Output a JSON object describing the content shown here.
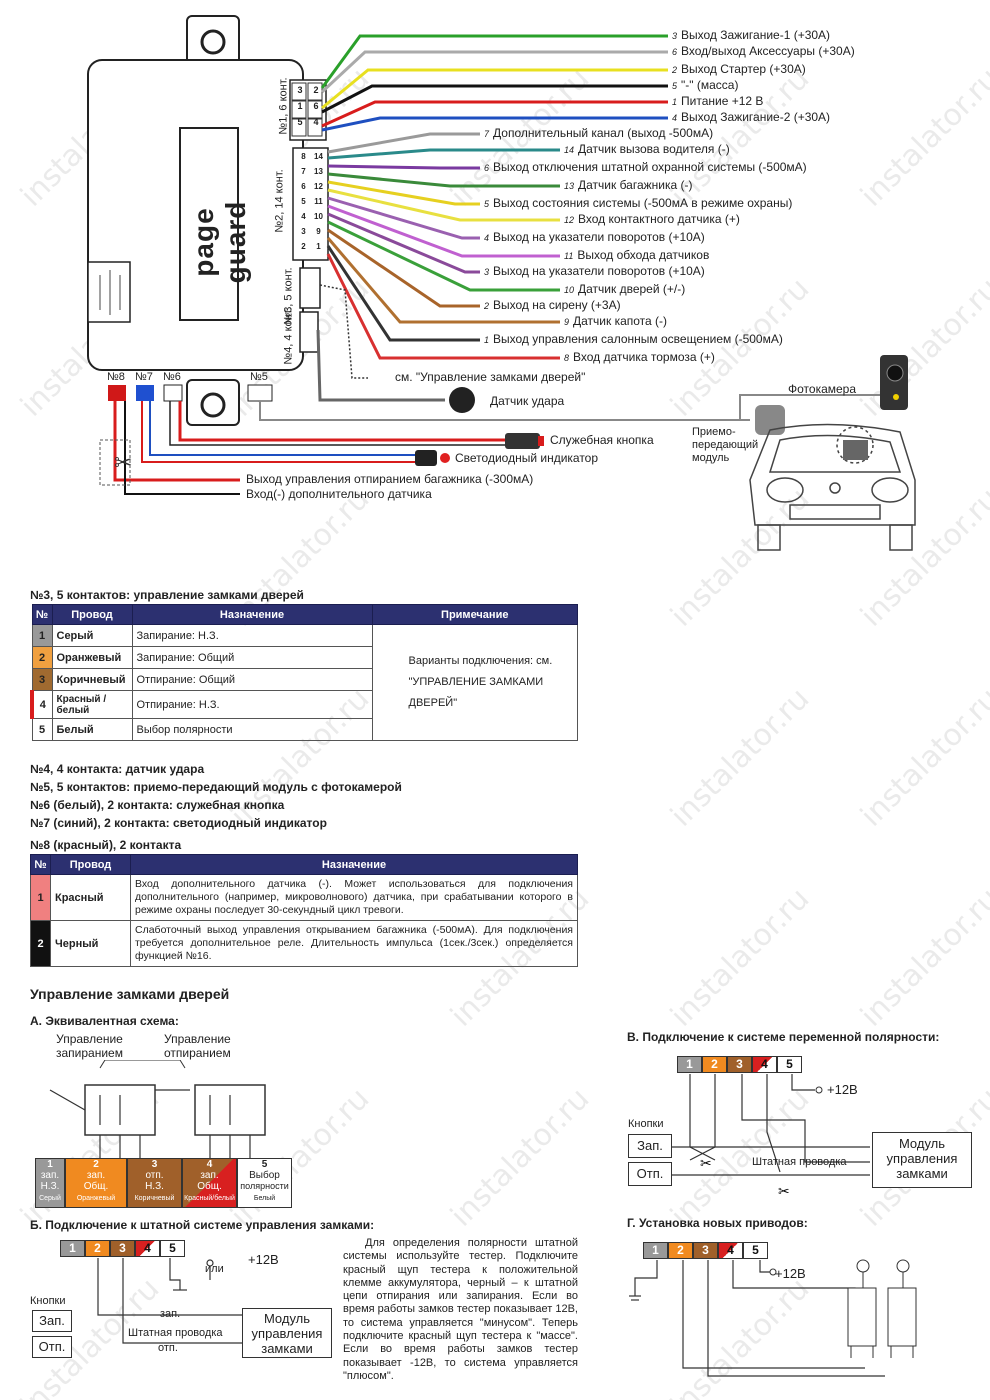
{
  "watermark": "instalator.ru",
  "unit": {
    "brand": "page guard",
    "connectors": {
      "c1": "№1, 6 конт.",
      "c2": "№2, 14 конт.",
      "c3": "№3, 5 конт.",
      "c4": "№4, 4 конт.",
      "n8": "№8",
      "n7": "№7",
      "n6": "№6",
      "n5": "№5"
    },
    "c1_pins": [
      "3",
      "2",
      "1",
      "6",
      "5",
      "4"
    ],
    "c2_pins": [
      "14",
      "13",
      "12",
      "11",
      "10",
      "9",
      "8",
      "7",
      "6",
      "5",
      "4",
      "3",
      "2",
      "1"
    ]
  },
  "wires": [
    {
      "n": "3",
      "label": "Выход Зажигание-1 (+30А)",
      "color": "#2aa02a"
    },
    {
      "n": "6",
      "label": "Вход/выход Аксессуары (+30А)",
      "color": "#aaaaaa"
    },
    {
      "n": "2",
      "label": "Выход Стартер (+30А)",
      "color": "#e8e020"
    },
    {
      "n": "5",
      "label": "\"-\" (масса)",
      "color": "#111111"
    },
    {
      "n": "1",
      "label": "Питание +12 В",
      "color": "#d81c1c"
    },
    {
      "n": "4",
      "label": "Выход Зажигание-2 (+30А)",
      "color": "#1e4fc0"
    },
    {
      "n": "7",
      "label": "Дополнительный канал (выход -500мА)",
      "color": "#9a9a9a"
    },
    {
      "n": "14",
      "label": "Датчик вызова водителя (-)",
      "color": "#2a8a8a"
    },
    {
      "n": "6",
      "label": "Выход отключения штатной охранной системы (-500мА)",
      "color": "#7a3aa0"
    },
    {
      "n": "13",
      "label": "Датчик багажника (-)",
      "color": "#3a8a3a"
    },
    {
      "n": "5",
      "label": "Выход состояния системы (-500мА в режиме охраны)",
      "color": "#e6d020"
    },
    {
      "n": "12",
      "label": "Вход контактного датчика (+)",
      "color": "#e8e040"
    },
    {
      "n": "4",
      "label": "Выход на указатели поворотов (+10А)",
      "color": "#9a60b0"
    },
    {
      "n": "11",
      "label": "Выход обхода датчиков",
      "color": "#c060d0"
    },
    {
      "n": "3",
      "label": "Выход на указатели поворотов (+10А)",
      "color": "#8a4a9a"
    },
    {
      "n": "10",
      "label": "Датчик дверей (+/-)",
      "color": "#3aa03a"
    },
    {
      "n": "2",
      "label": "Выход на сирену (+3А)",
      "color": "#a8642a"
    },
    {
      "n": "9",
      "label": "Датчик капота (-)",
      "color": "#b07030"
    },
    {
      "n": "1",
      "label": "Выход управления салонным освещением (-500мА)",
      "color": "#333333"
    },
    {
      "n": "8",
      "label": "Вход датчика тормоза (+)",
      "color": "#d83030"
    }
  ],
  "lower_labels": {
    "doors": "см. \"Управление замками дверей\"",
    "shock": "Датчик удара",
    "service": "Служебная кнопка",
    "led": "Светодиодный индикатор",
    "trunk": "Выход управления отпиранием багажника (-300мА)",
    "extra": "Вход(-) дополнительного датчика",
    "camera": "Фотокамера",
    "module": "Приемо-\nпередающий\nмодуль"
  },
  "table3": {
    "title": "№3, 5 контактов: управление замками дверей",
    "headers": [
      "№",
      "Провод",
      "Назначение",
      "Примечание"
    ],
    "rows": [
      {
        "n": "1",
        "wire": "Серый",
        "purpose": "Запирание: Н.З.",
        "color": "#999999"
      },
      {
        "n": "2",
        "wire": "Оранжевый",
        "purpose": "Запирание: Общий",
        "color": "#f0a040"
      },
      {
        "n": "3",
        "wire": "Коричневый",
        "purpose": "Отпирание: Общий",
        "color": "#a06a30"
      },
      {
        "n": "4",
        "wire": "Красный /белый",
        "purpose": "Отпирание: Н.З.",
        "color": "#ffffff"
      },
      {
        "n": "5",
        "wire": "Белый",
        "purpose": "Выбор полярности",
        "color": "#ffffff"
      }
    ],
    "note": "Варианты подключения: см. \"УПРАВЛЕНИЕ ЗАМКАМИ ДВЕРЕЙ\""
  },
  "info_lines": [
    "№4, 4 контакта: датчик удара",
    "№5, 5 контактов: приемо-передающий модуль с фотокамерой",
    "№6 (белый), 2 контакта: служебная кнопка",
    "№7 (синий), 2 контакта: светодиодный индикатор"
  ],
  "table8": {
    "title": "№8 (красный), 2 контакта",
    "headers": [
      "№",
      "Провод",
      "Назначение"
    ],
    "rows": [
      {
        "n": "1",
        "wire": "Красный",
        "purpose": "Вход дополнительного датчика (-). Может использоваться для подключения дополнительного (например, микроволнового) датчика, при срабатывании которого в режиме охраны последует 30-секундный цикл тревоги.",
        "color": "#f08080"
      },
      {
        "n": "2",
        "wire": "Черный",
        "purpose": "Слаботочный выход управления открыванием багажника (-500мА). Для подключения требуется дополнительное реле. Длительность импульса (1сек./3сек.) определяется функцией №16.",
        "color": "#111111"
      }
    ]
  },
  "locks": {
    "title": "Управление замками дверей",
    "a_title": "А. Эквивалентная схема:",
    "a_lock": "Управление\nзапиранием",
    "a_unlock": "Управление\nотпиранием",
    "a_pins": [
      {
        "n": "1",
        "l1": "зап.",
        "l2": "Н.З.",
        "l3": "Серый",
        "color": "#999999"
      },
      {
        "n": "2",
        "l1": "зап.",
        "l2": "Общ.",
        "l3": "Оранжевый",
        "color": "#f08a20"
      },
      {
        "n": "3",
        "l1": "отп.",
        "l2": "Н.З.",
        "l3": "Коричневый",
        "color": "#a0602a"
      },
      {
        "n": "4",
        "l1": "зап.",
        "l2": "Общ.",
        "l3": "Красный/белый",
        "color": "#d82020"
      },
      {
        "n": "5",
        "l1": "Выбор",
        "l2": "полярности",
        "l3": "Белый",
        "color": "#ffffff"
      }
    ],
    "b_title": "Б. Подключение к штатной системе управления замками:",
    "b_text": "Для определения полярности штатной системы используйте тестер. Подключите красный щуп тестера к положительной клемме аккумулятора, черный – к штатной цепи отпирания или запирания. Если во время работы замков тестер показывает 12В, то система управляется \"минусом\". Теперь подключите красный щуп тестера к \"массе\". Если во время работы замков тестер показывает -12В, то система управляется \"плюсом\".",
    "v_title": "В. Подключение к системе переменной полярности:",
    "g_title": "Г. Установка новых приводов:",
    "plus12": "+12В",
    "or": "или",
    "buttons": "Кнопки",
    "btn_lock": "Зап.",
    "btn_unlock": "Отп.",
    "lock_small": "зап.",
    "unlock_small": "отп.",
    "stock": "Штатная проводка",
    "module": "Модуль\nуправления\nзамками"
  }
}
